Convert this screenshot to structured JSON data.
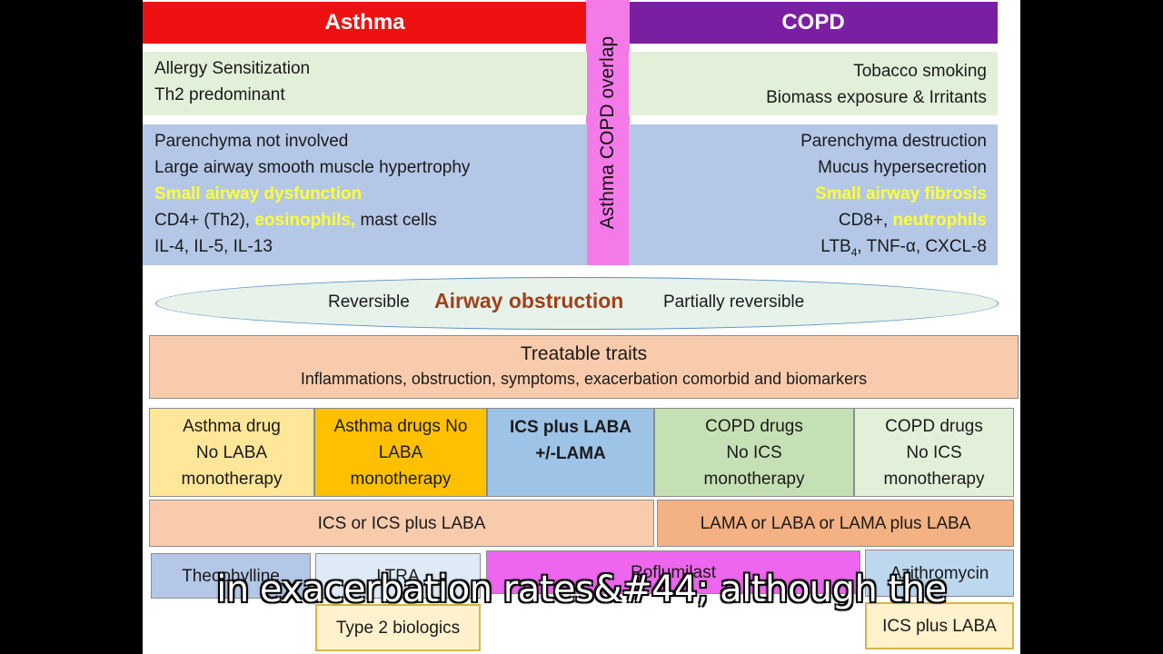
{
  "headers": {
    "asthma": "Asthma",
    "copd": "COPD",
    "overlap": "Asthma COPD overlap"
  },
  "asthma_risk": [
    "Allergy Sensitization",
    "Th2 predominant"
  ],
  "copd_risk": [
    "Tobacco smoking",
    "Biomass exposure & Irritants"
  ],
  "asthma_path": {
    "line1": "Parenchyma not involved",
    "line2": "Large airway smooth muscle hypertrophy",
    "line3": "Small airway dysfunction",
    "line4_a": "CD4+ (Th2), ",
    "line4_b": "eosinophils, ",
    "line4_c": "mast cells",
    "line5": "IL-4, IL-5, IL-13"
  },
  "copd_path": {
    "line1": "Parenchyma destruction",
    "line2": "Mucus hypersecretion",
    "line3": "Small airway fibrosis",
    "line4_a": "CD8+, ",
    "line4_b": "neutrophils",
    "line5_a": "LTB",
    "line5_sub": "4",
    "line5_b": ", TNF-α, CXCL-8"
  },
  "obstruction": {
    "left": "Reversible",
    "center": "Airway obstruction",
    "right": "Partially reversible"
  },
  "traits": {
    "title": "Treatable traits",
    "subtitle": "Inflammations, obstruction, symptoms, exacerbation comorbid and biomarkers"
  },
  "drug_classes": [
    [
      "Asthma drug",
      "No LABA",
      "monotherapy"
    ],
    [
      "Asthma drugs No",
      "LABA",
      "monotherapy"
    ],
    [
      "ICS plus LABA",
      "+/-LAMA"
    ],
    [
      "COPD drugs",
      "No ICS",
      "monotherapy"
    ],
    [
      "COPD drugs",
      "No ICS",
      "monotherapy"
    ]
  ],
  "therapy": {
    "left": "ICS or ICS plus LABA",
    "right": "LAMA or LABA or LAMA plus LABA"
  },
  "addons": {
    "theophylline": "Theophylline",
    "ltra": "LTRA",
    "roflumilast": "Roflumilast",
    "azithromycin": "Azithromycin",
    "biologics": "Type 2 biologics",
    "ics_laba": "ICS plus LABA"
  },
  "caption": "in exacerbation rates&#44; although the",
  "colors": {
    "asthma_header": "#ee1111",
    "copd_header": "#7b1fa2",
    "overlap": "#f47ae8",
    "risk_bg": "#e2f0d9",
    "path_bg": "#b4c7e7",
    "highlight": "#ffff33",
    "ellipse": "#e7f2ea",
    "salmon": "#f9cbad",
    "orange": "#f4b183",
    "light_yellow": "#ffe699",
    "gold": "#ffc000",
    "sky": "#9dc3e6",
    "green": "#c5e0b4",
    "pale_green": "#e2f0d9",
    "pale_blue": "#deebf7",
    "lilac": "#bdd7ee",
    "magenta": "#ee66ee"
  }
}
